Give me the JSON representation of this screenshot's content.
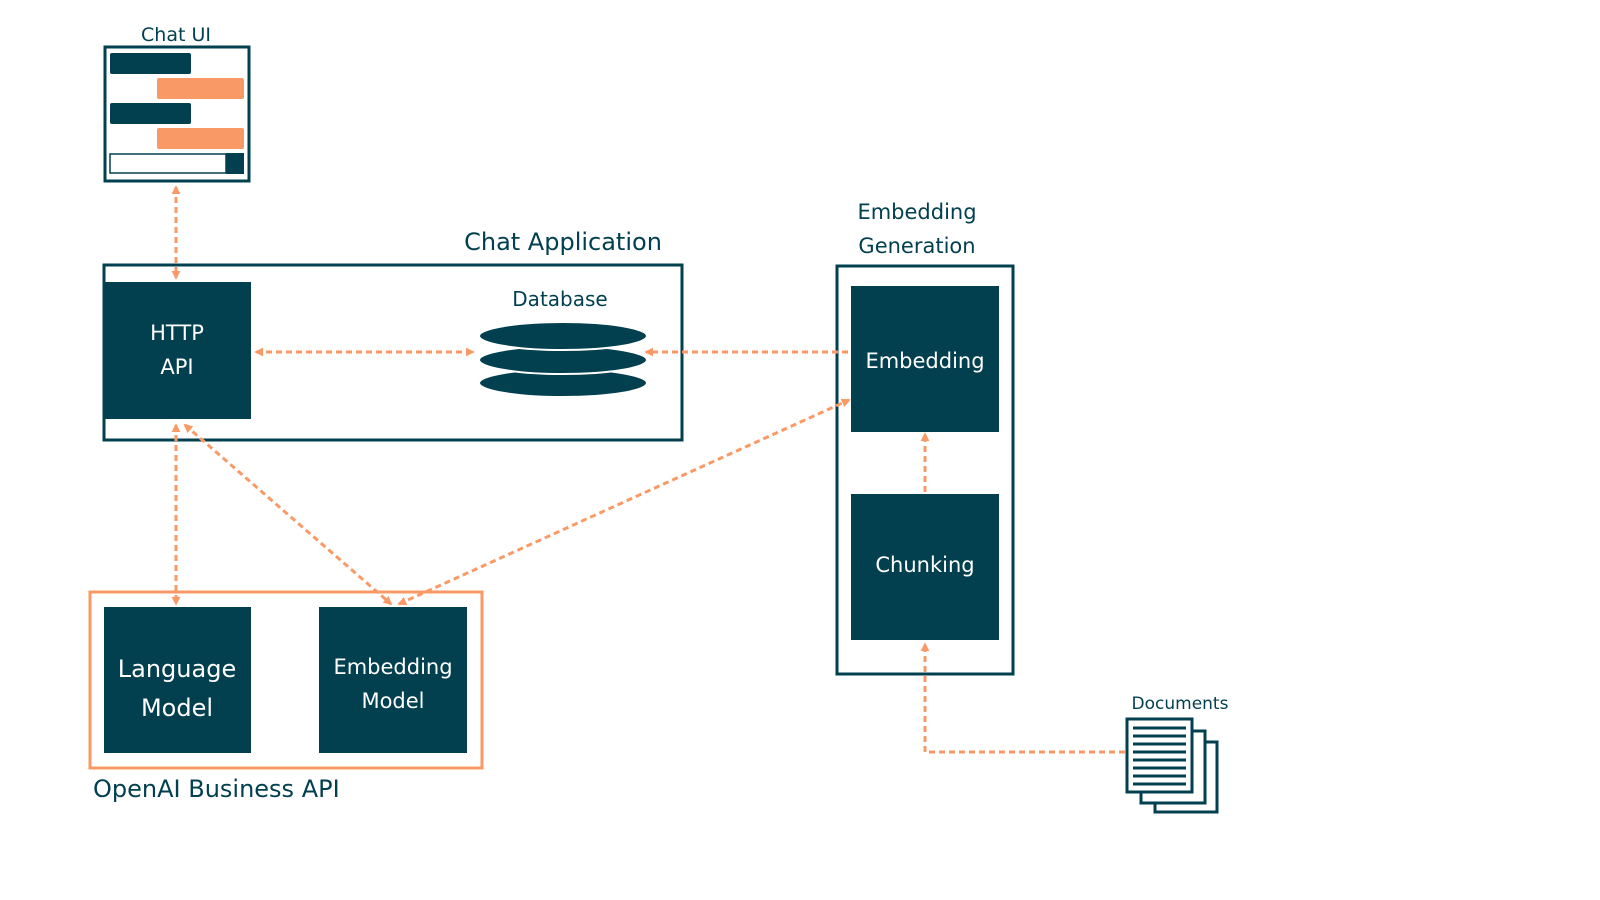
{
  "colors": {
    "navy": "#02404f",
    "orange": "#f99a66",
    "white": "#ffffff"
  },
  "labels": {
    "chat_ui": "Chat UI",
    "chat_application": "Chat Application",
    "http_api_line1": "HTTP",
    "http_api_line2": "API",
    "database": "Database",
    "embedding_generation_line1": "Embedding",
    "embedding_generation_line2": "Generation",
    "embedding": "Embedding",
    "chunking": "Chunking",
    "language_model_line1": "Language",
    "language_model_line2": "Model",
    "embedding_model_line1": "Embedding",
    "embedding_model_line2": "Model",
    "openai_business_api": "OpenAI Business API",
    "documents": "Documents"
  },
  "icons": {
    "chat_ui": "chat-window-icon",
    "database": "database-icon",
    "documents": "documents-stack-icon"
  }
}
